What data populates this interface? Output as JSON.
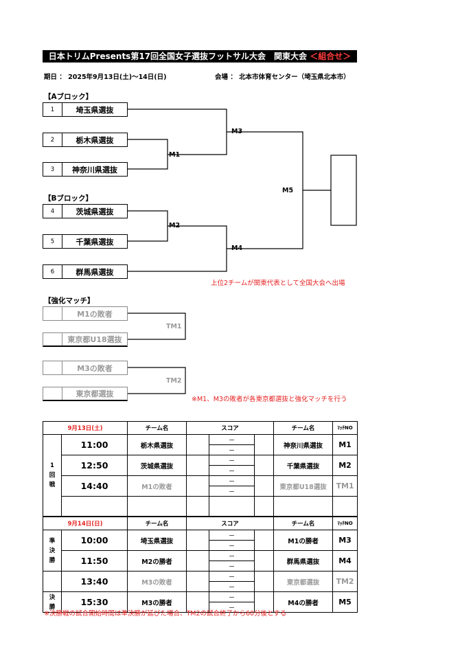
{
  "title": {
    "main": "日本トリムPresents第17回全国女子選抜フットサル大会　関東大会",
    "sub": "＜組合せ＞"
  },
  "info": {
    "date": "期日 ： 2025年9月13日(土)～14日(日)",
    "venue": "会場 ： 北本市体育センター（埼玉県北本市）"
  },
  "blocks": {
    "a": "【Aブロック】",
    "b": "【Bブロック】",
    "special": "【強化マッチ】"
  },
  "teams": [
    {
      "num": "1",
      "name": "埼玉県選抜"
    },
    {
      "num": "2",
      "name": "栃木県選抜"
    },
    {
      "num": "3",
      "name": "神奈川県選抜"
    },
    {
      "num": "4",
      "name": "茨城県選抜"
    },
    {
      "num": "5",
      "name": "千葉県選抜"
    },
    {
      "num": "6",
      "name": "群馬県選抜"
    }
  ],
  "special_teams": [
    "M1の敗者",
    "東京都U18選抜",
    "M3の敗者",
    "東京都選抜"
  ],
  "match_labels": {
    "m1": "M1",
    "m2": "M2",
    "m3": "M3",
    "m4": "M4",
    "m5": "M5",
    "tm1": "TM1",
    "tm2": "TM2"
  },
  "notes": {
    "qualify": "上位2チームが関東代表として全国大会へ出場",
    "special": "※M1、M3の敗者が各東京都選抜と強化マッチを行う",
    "final": "※決勝戦の試合開始時間は準決勝が延びた場合、TM2の試合終了から60分後とする"
  },
  "schedule": {
    "headers": {
      "team": "チーム名",
      "score": "スコア",
      "match_no": "ﾏｯﾁNO"
    },
    "dash": "－",
    "day1": {
      "date": "9月13日(土)",
      "round": [
        "1",
        "回",
        "戦"
      ],
      "rows": [
        {
          "time": "11:00",
          "home": "栃木県選抜",
          "away": "神奈川県選抜",
          "no": "M1"
        },
        {
          "time": "12:50",
          "home": "茨城県選抜",
          "away": "千葉県選抜",
          "no": "M2"
        },
        {
          "time": "14:40",
          "home": "M1の敗者",
          "away": "東京都U18選抜",
          "no": "TM1"
        }
      ]
    },
    "day2": {
      "date": "9月14日(日)",
      "round_semi": [
        "準",
        "決",
        "勝"
      ],
      "round_final": [
        "決",
        "勝"
      ],
      "rows": [
        {
          "time": "10:00",
          "home": "埼玉県選抜",
          "away": "M1の勝者",
          "no": "M3"
        },
        {
          "time": "11:50",
          "home": "M2の勝者",
          "away": "群馬県選抜",
          "no": "M4"
        },
        {
          "time": "13:40",
          "home": "M3の敗者",
          "away": "東京都選抜",
          "no": "TM2"
        },
        {
          "time": "15:30",
          "home": "M3の勝者",
          "away": "M4の勝者",
          "no": "M5"
        }
      ]
    }
  }
}
